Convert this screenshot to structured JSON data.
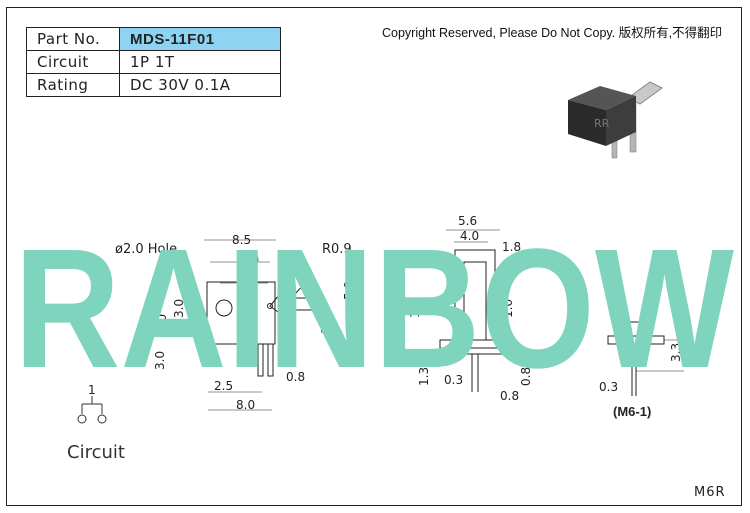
{
  "spec_table": {
    "rows": [
      {
        "label": "Part No.",
        "value": "MDS-11F01"
      },
      {
        "label": "Circuit",
        "value": "1P 1T"
      },
      {
        "label": "Rating",
        "value": "DC 30V 0.1A"
      }
    ],
    "highlight_color": "#8fd3f3"
  },
  "copyright": "Copyright Reserved, Please Do Not Copy. 版权所有,不得翻印",
  "watermark": {
    "text": "RAINBOW",
    "color": "#7fd4bd"
  },
  "product_photo": {
    "logo_text": "RR"
  },
  "dimensions": {
    "front": [
      "8.5",
      "7.0",
      "6.0",
      "ø2.0 Hole",
      "R0.9",
      "3.0",
      "6.0",
      "5.0",
      "1.5",
      "3.0",
      "2.5",
      "0.8",
      "8.0"
    ],
    "side": [
      "5.6",
      "4.0",
      "1.8",
      "1.2",
      "1.0",
      "1.3",
      "0.3",
      "0.8",
      "0.8"
    ],
    "m6": [
      "3.3",
      "0.3"
    ]
  },
  "circuit": {
    "terminal_number": "1",
    "label": "Circuit"
  },
  "m6_label": "(M6-1)",
  "drawing_code": "M6R"
}
